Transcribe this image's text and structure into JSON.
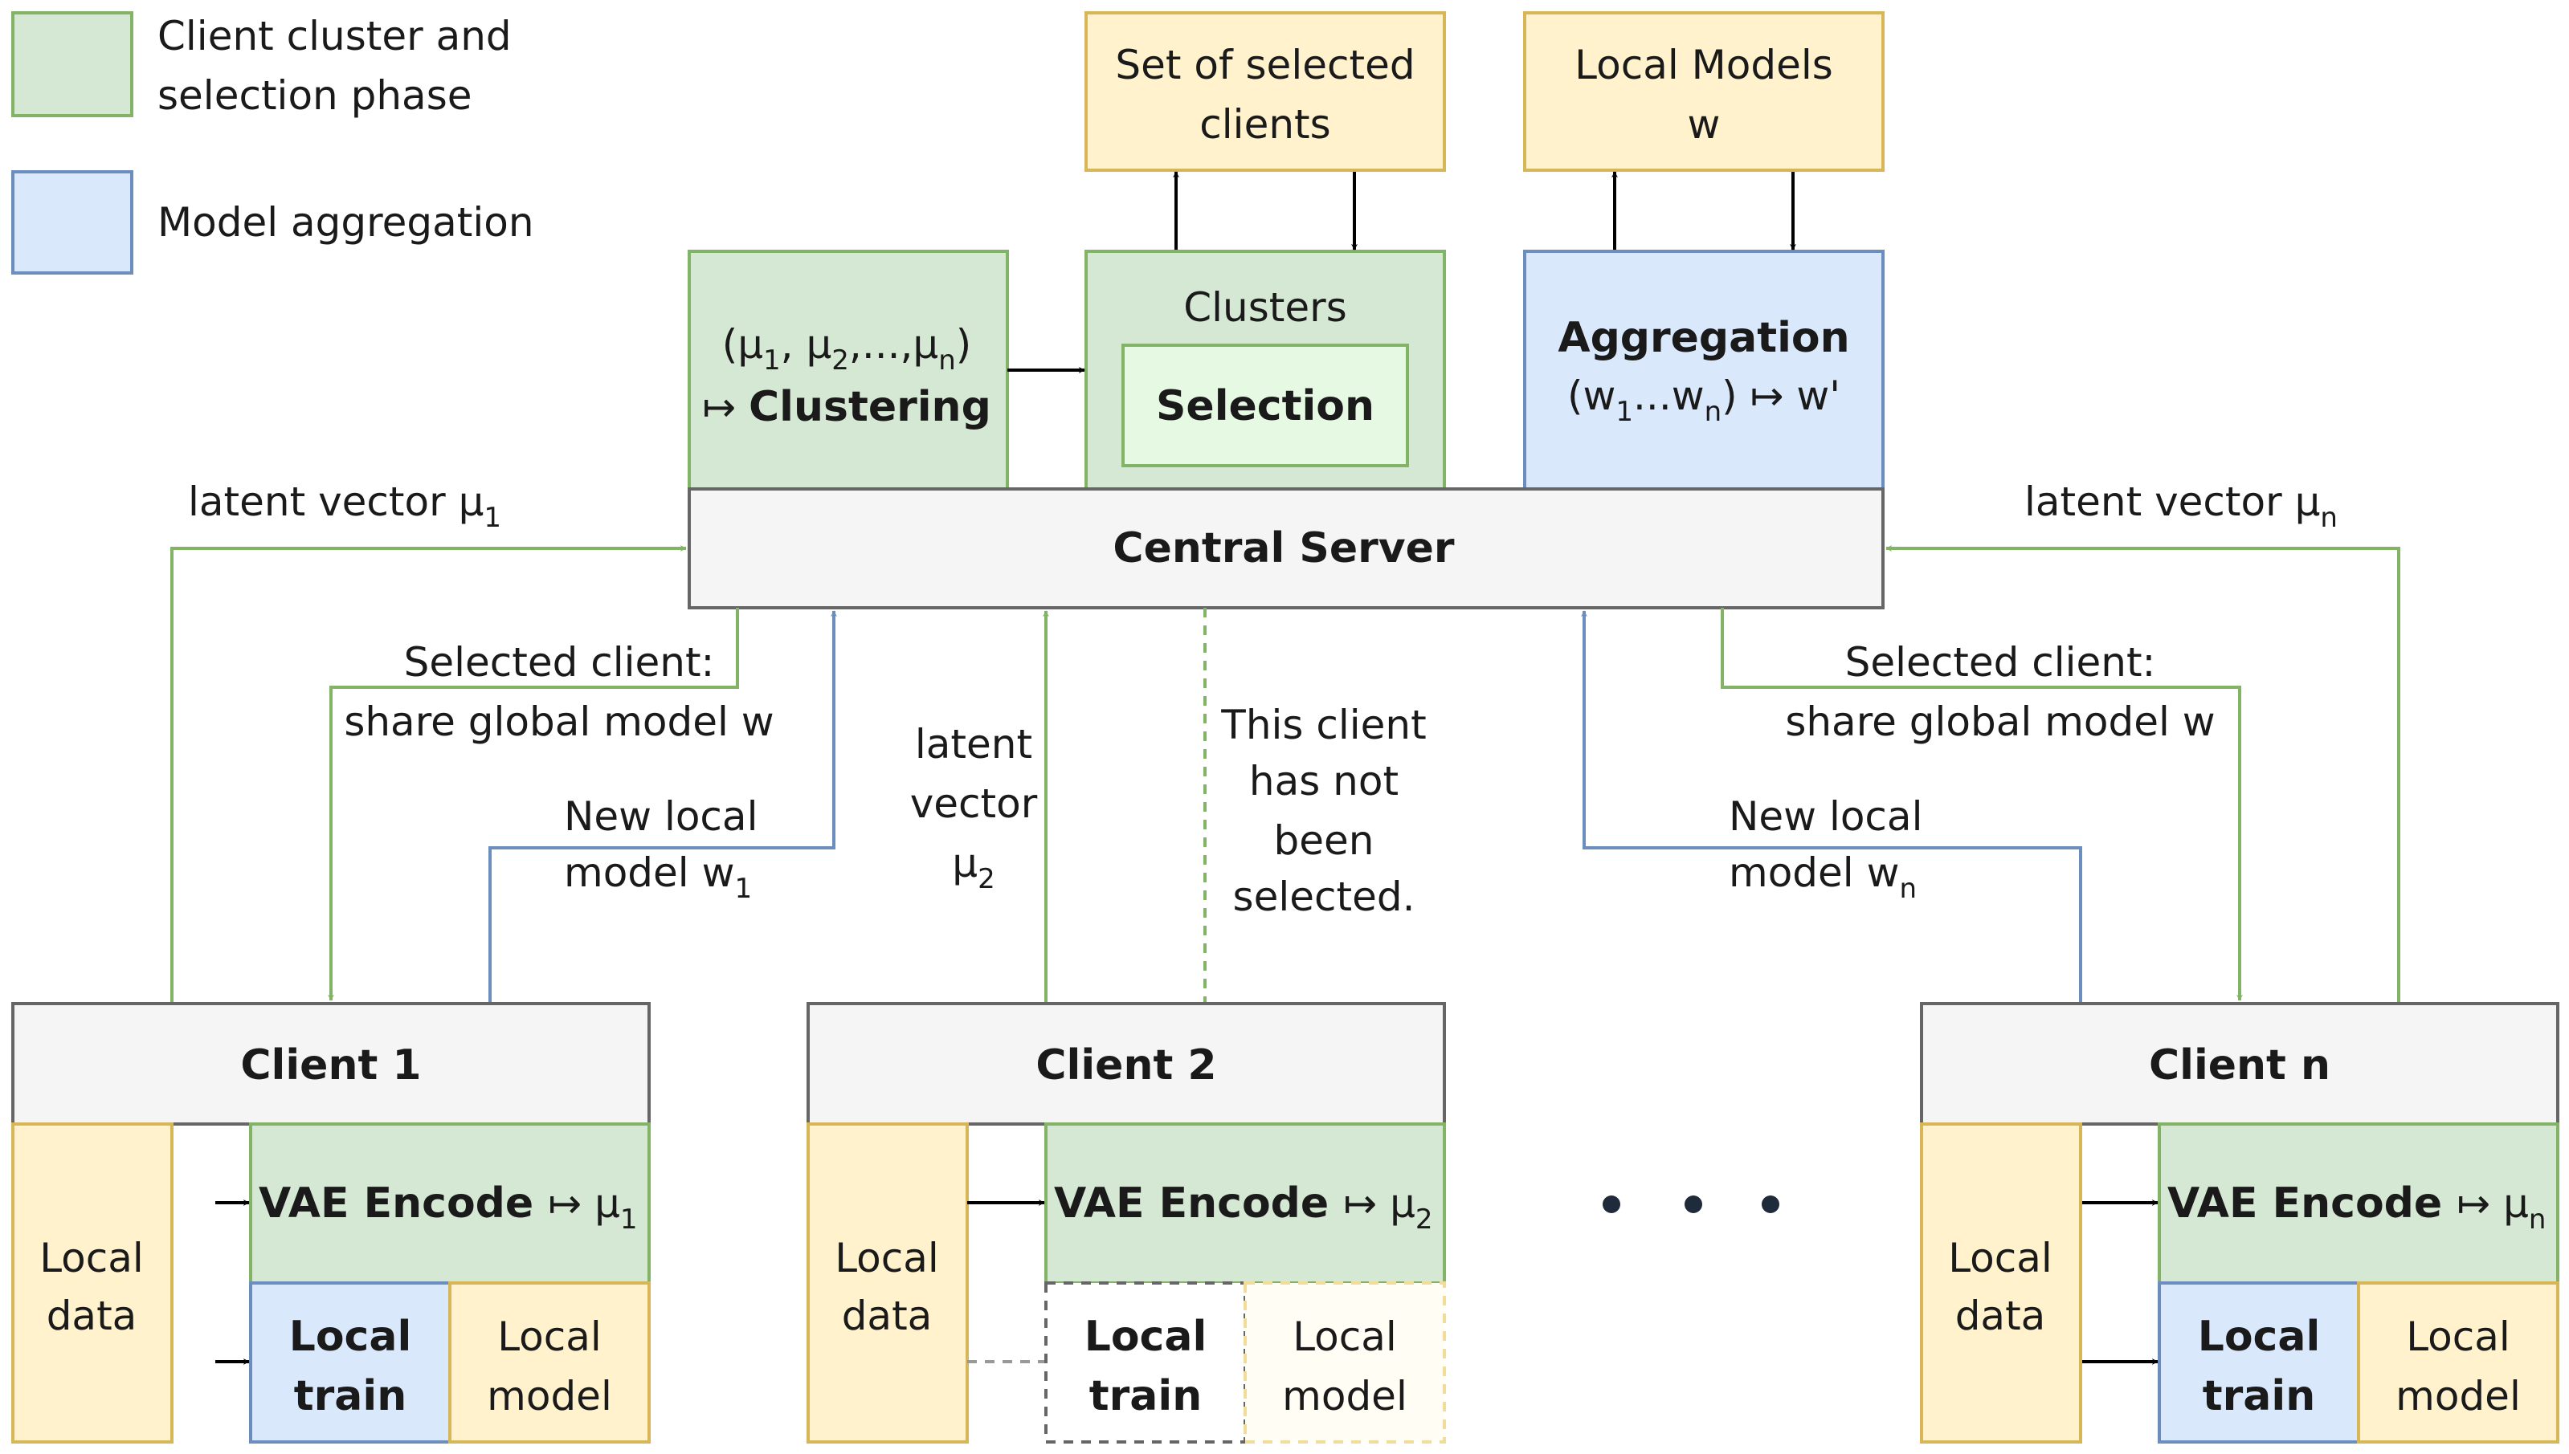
{
  "legend": {
    "cluster_line1": "Client cluster and",
    "cluster_line2": "selection phase",
    "aggregation": "Model aggregation"
  },
  "server": {
    "title": "Central Server",
    "clustering_line1": "(μ1, μ2,...,μn)",
    "clustering_label": "Clustering",
    "clusters_title": "Clusters",
    "selection": "Selection",
    "aggregation_title": "Aggregation",
    "aggregation_formula": "(w1...wn) ↦ w'",
    "selected_set_line1": "Set of selected",
    "selected_set_line2": "clients",
    "local_models_line1": "Local Models",
    "local_models_line2": "w"
  },
  "edges": {
    "latent_mu1": "latent vector μ1",
    "latent_mun": "latent vector μn",
    "selected_line1": "Selected client:",
    "selected_line2": "share global model w",
    "new_local_line1": "New local",
    "new_local_w1": "model w1",
    "new_local_wn": "model wn",
    "latent_mu2_line1": "latent",
    "latent_mu2_line2": "vector",
    "latent_mu2_line3": "μ2",
    "not_selected_line1": "This client",
    "not_selected_line2": "has not",
    "not_selected_line3": "been",
    "not_selected_line4": "selected."
  },
  "clients": [
    {
      "title": "Client 1",
      "encode": "VAE Encode ↦ μ1",
      "data_line1": "Local",
      "data_line2": "data",
      "train_line1": "Local",
      "train_line2": "train",
      "model_line1": "Local",
      "model_line2": "model",
      "selected": true
    },
    {
      "title": "Client 2",
      "encode": "VAE Encode ↦ μ2",
      "data_line1": "Local",
      "data_line2": "data",
      "train_line1": "Local",
      "train_line2": "train",
      "model_line1": "Local",
      "model_line2": "model",
      "selected": false
    },
    {
      "title": "Client n",
      "encode": "VAE Encode ↦ μn",
      "data_line1": "Local",
      "data_line2": "data",
      "train_line1": "Local",
      "train_line2": "train",
      "model_line1": "Local",
      "model_line2": "model",
      "selected": true
    }
  ],
  "colors": {
    "green_fill": "#d5e8d4",
    "green_stroke": "#82b366",
    "blue_fill": "#dae8fc",
    "blue_stroke": "#6c8ebf",
    "yellow_fill": "#fff2cc",
    "yellow_stroke": "#d6b656",
    "gray_fill": "#f5f5f5",
    "gray_stroke": "#666666",
    "selection_fill": "#e6f9e3"
  }
}
